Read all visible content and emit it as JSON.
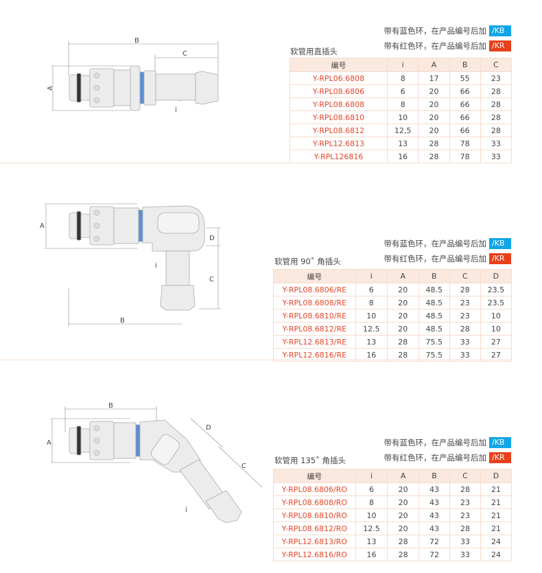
{
  "colors": {
    "kb": "#10a6e6",
    "kr": "#e8401c",
    "code": "#e4462a"
  },
  "sections": [
    {
      "title": "软管用直插头",
      "kb_note": "带有蓝色环，在产品编号后加",
      "kb": "/KB",
      "kr_note": "带有红色环，在产品编号后加",
      "kr": "/KR",
      "dims": {
        "a": "A",
        "b": "B",
        "c": "C",
        "i": "i"
      },
      "headers": [
        "编号",
        "i",
        "A",
        "B",
        "C"
      ],
      "rows": [
        [
          "Y-RPL06.6808",
          "8",
          "17",
          "55",
          "23"
        ],
        [
          "Y-RPL08.6806",
          "6",
          "20",
          "66",
          "28"
        ],
        [
          "Y-RPL08.6808",
          "8",
          "20",
          "66",
          "28"
        ],
        [
          "Y-RPL08.6810",
          "10",
          "20",
          "66",
          "28"
        ],
        [
          "Y-RPL08.6812",
          "12,5",
          "20",
          "66",
          "28"
        ],
        [
          "Y-RPL12.6813",
          "13",
          "28",
          "78",
          "33"
        ],
        [
          "Y-RPL126816",
          "16",
          "28",
          "78",
          "33"
        ]
      ]
    },
    {
      "title": "软管用 90˚ 角插头",
      "kb_note": "带有蓝色环，在产品编号后加",
      "kb": "/KB",
      "kr_note": "带有红色环，在产品编号后加",
      "kr": "/KR",
      "dims": {
        "a": "A",
        "b": "B",
        "c": "C",
        "d": "D",
        "i": "i"
      },
      "headers": [
        "编号",
        "i",
        "A",
        "B",
        "C",
        "D"
      ],
      "rows": [
        [
          "Y-RPL08.6806/RE",
          "6",
          "20",
          "48.5",
          "28",
          "23.5"
        ],
        [
          "Y-RPL08.6808/RE",
          "8",
          "20",
          "48.5",
          "23",
          "23.5"
        ],
        [
          "Y-RPL08.6810/RE",
          "10",
          "20",
          "48.5",
          "23",
          "10"
        ],
        [
          "Y-RPL08.6812/RE",
          "12.5",
          "20",
          "48.5",
          "28",
          "10"
        ],
        [
          "Y-RPL12.6813/RE",
          "13",
          "28",
          "75.5",
          "33",
          "27"
        ],
        [
          "Y-RPL12.6816/RE",
          "16",
          "28",
          "75.5",
          "33",
          "27"
        ]
      ]
    },
    {
      "title": "软管用 135˚ 角插头",
      "kb_note": "带有蓝色环，在产品编号后加",
      "kb": "/KB",
      "kr_note": "带有红色环，在产品编号后加",
      "kr": "/KR",
      "dims": {
        "a": "A",
        "b": "B",
        "c": "C",
        "d": "D",
        "i": "i"
      },
      "headers": [
        "编号",
        "i",
        "A",
        "B",
        "C",
        "D"
      ],
      "rows": [
        [
          "Y-RPL08.6806/RO",
          "6",
          "20",
          "43",
          "28",
          "21"
        ],
        [
          "Y-RPL08.6808/RO",
          "8",
          "20",
          "43",
          "23",
          "21"
        ],
        [
          "Y-RPL08.6810/RO",
          "10",
          "20",
          "43",
          "23",
          "21"
        ],
        [
          "Y-RPL08.6812/RO",
          "12.5",
          "20",
          "43",
          "28",
          "21"
        ],
        [
          "Y-RPL12.6813/RO",
          "13",
          "28",
          "72",
          "33",
          "24"
        ],
        [
          "Y-RPL12.6816/RO",
          "16",
          "28",
          "72",
          "33",
          "24"
        ]
      ]
    }
  ]
}
